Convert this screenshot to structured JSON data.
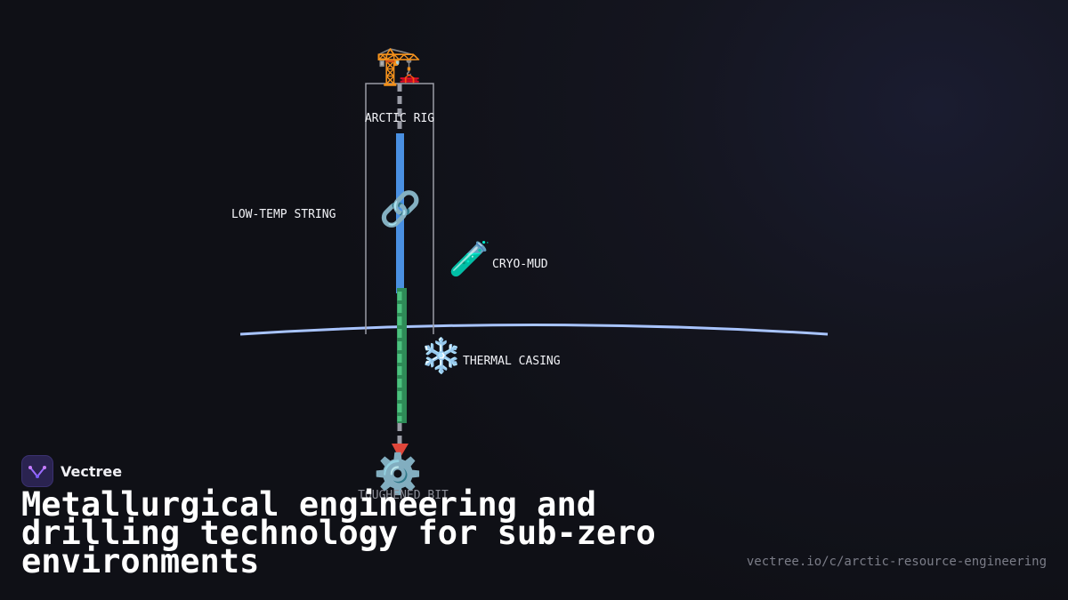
{
  "diagram": {
    "labels": {
      "rig": "ARCTIC RIG",
      "string": "LOW-TEMP STRING",
      "mud": "CRYO-MUD",
      "casing": "THERMAL CASING",
      "bit": "TOUGHENED BIT"
    },
    "icons": {
      "rig": "🏗️",
      "string": "🔗",
      "mud": "🧪",
      "casing": "❄️",
      "bit": "⚙️"
    },
    "colors": {
      "string": "#4a90e2",
      "casing": "#2e8b57",
      "ground": "#a8c4ff",
      "bit": "#e0463a",
      "frame": "#9a9ca6",
      "dash": "#9a9ca6"
    }
  },
  "brand": {
    "name": "Vectree"
  },
  "title": "Metallurgical engineering and drilling technology for sub-zero environments",
  "url": "vectree.io/c/arctic-resource-engineering"
}
